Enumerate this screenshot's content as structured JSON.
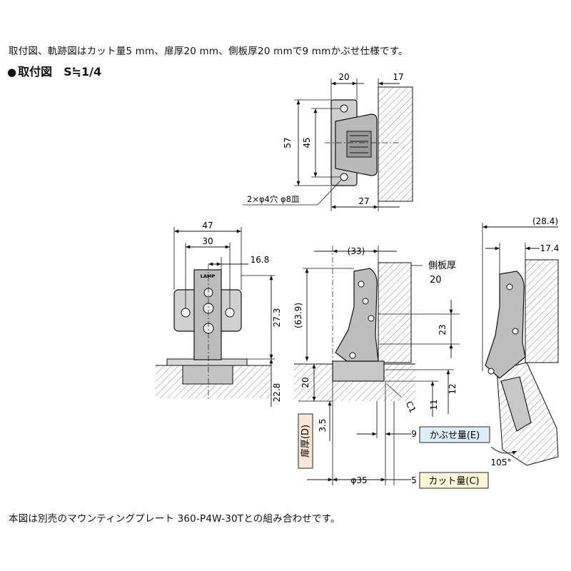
{
  "header": {
    "caption": "取付図、軌跡図はカット量5 mm、扉厚20 mm、側板厚20 mmで9 mmかぶせ仕様です。",
    "heading_bullet": "●",
    "heading": "取付図　S≒1/4"
  },
  "footer": {
    "note": "本図は別売のマウンティングプレート 360-P4W-30Tとの組み合わせです。"
  },
  "top_view": {
    "dim_width": "20",
    "dim_gap": "17",
    "dim_height": "57",
    "dim_hole_pitch": "45",
    "hole_note": "2×φ4穴 φ8皿",
    "dim_depth": "27"
  },
  "front_view": {
    "dim_overall": "47",
    "dim_pitch": "30",
    "dim_offset": "16.8",
    "dim_height": "27.3",
    "dim_plate": "22.8",
    "brand": "LAMP"
  },
  "side_view": {
    "dim_33": "(33)",
    "label_side_panel": "側板厚",
    "label_side_panel_value": "20",
    "dim_63_9": "(63.9)",
    "dim_23": "23",
    "dim_20": "20",
    "dim_12": "12",
    "dim_11": "11",
    "dim_c1": "C1",
    "dim_3_5": "3.5",
    "label_door": "扉厚(D)",
    "dim_9": "9",
    "label_overlay": "かぶせ量(E)",
    "dim_35": "φ35",
    "dim_5": "5",
    "label_cut": "カット量(C)"
  },
  "open_view": {
    "dim_28_4": "(28.4)",
    "dim_17_4": "17.4",
    "angle": "105°"
  },
  "colors": {
    "line": "#111111",
    "hardware": "#c8c8c8",
    "hardware_dark": "#8c8c8c",
    "hatch": "#777777",
    "overlay_label_bg": "#dceefa",
    "cut_label_bg": "#fdf6d8",
    "door_label_bg": "#fbe7d6"
  }
}
